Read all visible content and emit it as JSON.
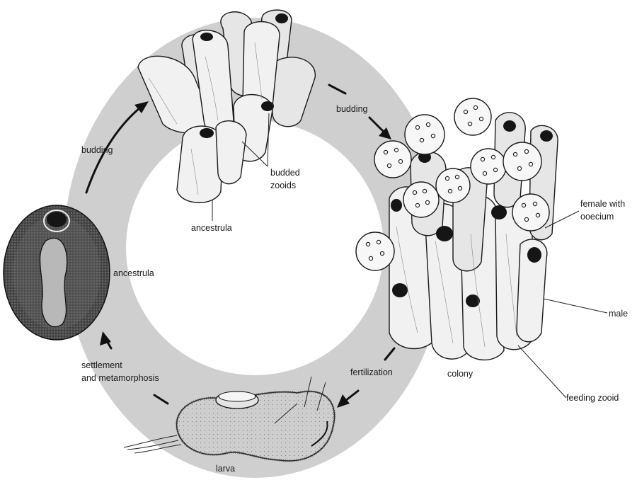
{
  "labels": {
    "budding_top": "budding",
    "budding_left": "budding",
    "budded_zooids_line1": "budded",
    "budded_zooids_line2": "zooids",
    "ancestrula_top": "ancestrula",
    "ancestrula_left": "ancestrula",
    "female_line1": "female with",
    "female_line2": "ooecium",
    "male": "male",
    "colony": "colony",
    "feeding_zooid": "feeding zooid",
    "fertilization": "fertilization",
    "settlement_line1": "settlement",
    "settlement_line2": "and metamorphosis",
    "larva": "larva"
  }
}
